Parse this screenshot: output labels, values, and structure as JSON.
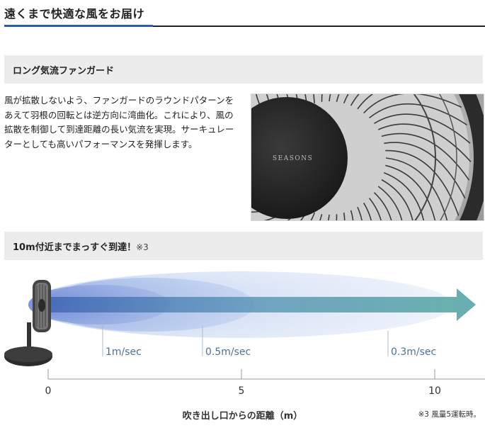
{
  "page": {
    "title": "遠くまで快適な風をお届け",
    "accent_color": "#2a5db0"
  },
  "section1": {
    "heading": "ロング気流ファンガード",
    "body": "風が拡散しないよう、ファンガードのラウンドパターンをあえて羽根の回転とは逆方向に湾曲化。これにより、風の拡散を制御して到達距離の長い気流を実現。サーキュレーターとしても高いパフォーマンスを発揮します。",
    "photo_logo": "SEASONS"
  },
  "section2": {
    "heading": "10m付近までまっすぐ到達！",
    "heading_note": "※3",
    "speeds": [
      "1m/sec",
      "0.5m/sec",
      "0.3m/sec"
    ],
    "axis_ticks": [
      "0",
      "5",
      "10"
    ],
    "axis_label": "吹き出し口からの距離（m）",
    "footnote": "※3  風量5運転時。",
    "colors": {
      "flow_outer": "#dbe6f6",
      "flow_inner": "#6f8fd6",
      "arrow": "#5fa3a8"
    }
  }
}
